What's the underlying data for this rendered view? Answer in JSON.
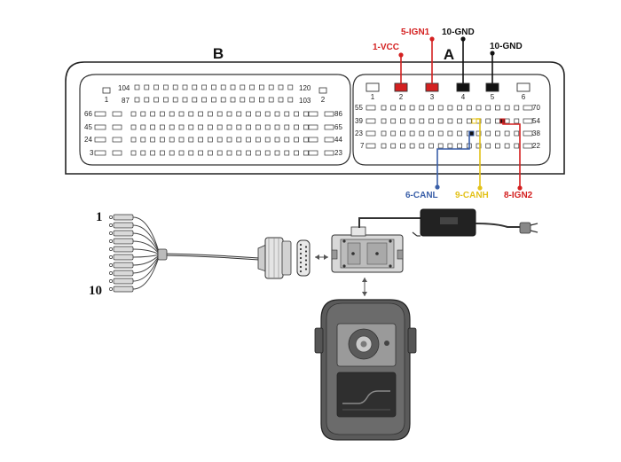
{
  "connector": {
    "block_b_label": "B",
    "block_a_label": "A",
    "b_top_row_left": "104",
    "b_top_row_right": "120",
    "b_second_row_left": "87",
    "b_second_row_right": "103",
    "b_rows_left": [
      "66",
      "45",
      "24",
      "3"
    ],
    "b_rows_right": [
      "86",
      "65",
      "44",
      "23"
    ],
    "b_small_left": "1",
    "b_small_right": "2",
    "a_top_pins": [
      "1",
      "2",
      "3",
      "4",
      "5",
      "6"
    ],
    "a_rows_left": [
      "55",
      "39",
      "23",
      "7"
    ],
    "a_rows_right": [
      "70",
      "54",
      "38",
      "22"
    ]
  },
  "wires": {
    "vcc": "1-VCC",
    "ign1": "5-IGN1",
    "gnd_a": "10-GND",
    "gnd_b": "10-GND",
    "canl": "6-CANL",
    "canh": "9-CANH",
    "ign2": "8-IGN2"
  },
  "cable": {
    "lead_first": "1",
    "lead_last": "10"
  },
  "colors": {
    "red": "#d42020",
    "black": "#111111",
    "blue": "#3a5fa8",
    "yellow": "#e3c21a",
    "outline": "#222222"
  }
}
